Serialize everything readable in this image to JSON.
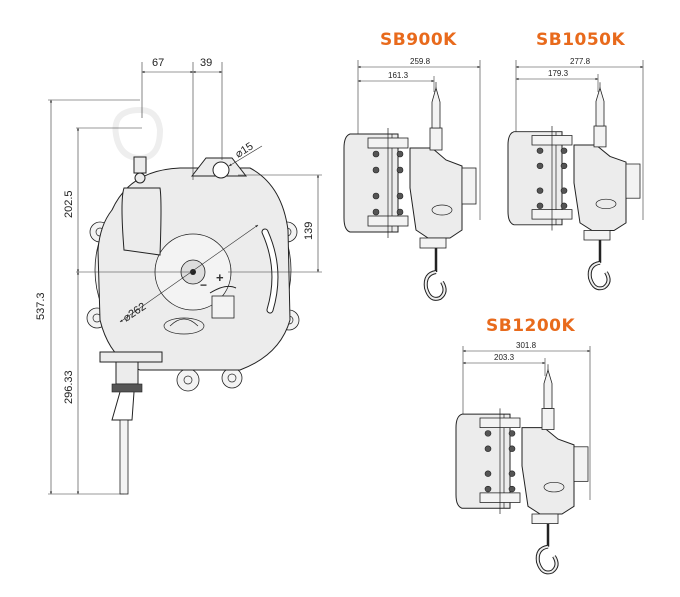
{
  "main_drawing": {
    "dims": {
      "top_left": "67",
      "top_right": "39",
      "total_height": "537.3",
      "upper_height": "202.5",
      "lower_height": "296.33",
      "right_height": "139",
      "hole_diameter": "⌀15",
      "body_diameter": "⌀262"
    },
    "plus_sign": "+",
    "minus_sign": "−"
  },
  "models": [
    {
      "title": "SB900K",
      "width_total": "259.8",
      "width_partial": "161.3"
    },
    {
      "title": "SB1050K",
      "width_total": "277.8",
      "width_partial": "179.3"
    },
    {
      "title": "SB1200K",
      "width_total": "301.8",
      "width_partial": "203.3"
    }
  ]
}
